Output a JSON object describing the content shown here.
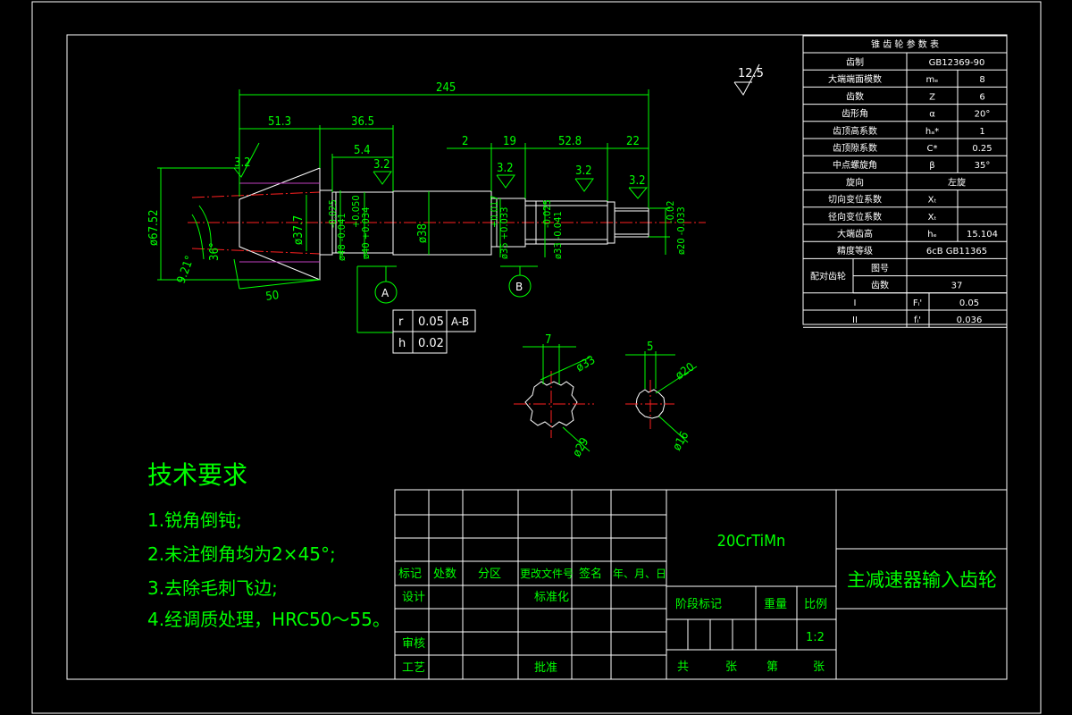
{
  "dimensions": {
    "overall_length": "245",
    "len_51_3": "51.3",
    "len_36_5": "36.5",
    "len_5_4": "5.4",
    "len_2": "2",
    "len_19": "19",
    "len_52_8": "52.8",
    "len_22": "22",
    "len_50": "50",
    "dia_67_52": "ø67.52",
    "dia_37_7": "ø37.7",
    "dia_48": "ø48 -0.041",
    "dia_48_tol": "-0.025",
    "dia_40": "ø40 +0.034",
    "dia_40_tol": "+0.050",
    "dia_38": "ø38",
    "dia_35": "ø35 +0.033",
    "dia_35_tol": "+0.017",
    "dia_33": "ø33 -0.041",
    "dia_33_tol": "-0.025",
    "dia_20": "ø20 -0.033",
    "dia_20_tol": "-0.02",
    "angle_921": "9.21°",
    "angle_36": "36°",
    "rough_32": "3.2",
    "rough_125": "12.5",
    "spline_width_7": "7",
    "spline_outer_33": "ø33",
    "spline_inner_29": "ø29",
    "spline_width_5": "5",
    "spline_outer_20": "ø20",
    "spline_inner_16": "ø16"
  },
  "datums": {
    "a": "A",
    "b": "B"
  },
  "tolerance_frame": {
    "row1": [
      "r",
      "0.05",
      "A-B"
    ],
    "row2": [
      "h",
      "0.02"
    ]
  },
  "params_table": {
    "title": "锥 齿 轮 参 数 表",
    "rows": [
      [
        "齿制",
        "",
        "GB12369-90"
      ],
      [
        "大端端面模数",
        "mₑ",
        "8"
      ],
      [
        "齿数",
        "Z",
        "6"
      ],
      [
        "齿形角",
        "α",
        "20°"
      ],
      [
        "齿顶高系数",
        "hₐ*",
        "1"
      ],
      [
        "齿顶隙系数",
        "C*",
        "0.25"
      ],
      [
        "中点螺旋角",
        "β",
        "35°"
      ],
      [
        "旋向",
        "",
        "左旋"
      ],
      [
        "切向变位系数",
        "Xₜ",
        ""
      ],
      [
        "径向变位系数",
        "Xₜ",
        ""
      ],
      [
        "大端齿高",
        "hₑ",
        "15.104"
      ],
      [
        "精度等级",
        "",
        "6cB GB11365"
      ]
    ],
    "mate_label": "配对齿轮",
    "mate_rows": [
      [
        "图号",
        ""
      ],
      [
        "齿数",
        "37"
      ]
    ],
    "check_rows": [
      [
        "I",
        "Fᵢ'",
        "0.05"
      ],
      [
        "II",
        "fᵢ'",
        "0.036"
      ]
    ]
  },
  "requirements": {
    "title": "技术要求",
    "items": [
      "1.锐角倒钝;",
      "2.未注倒角均为2×45°;",
      "3.去除毛刺飞边;",
      "4.经调质处理，HRC50～55。"
    ]
  },
  "title_block": {
    "material": "20CrTiMn",
    "drawing_name": "主减速器输入齿轮",
    "rev_headers": [
      "标记",
      "处数",
      "分区",
      "更改文件号",
      "签名",
      "年、月、日"
    ],
    "design": "设计",
    "standardize": "标准化",
    "review": "审核",
    "process": "工艺",
    "approve": "批准",
    "stage_mark": "阶段标记",
    "weight": "重量",
    "scale": "比例",
    "scale_value": "1:2",
    "total": "共",
    "sheets": "张",
    "sheet_no": "第",
    "sheet_unit": "张"
  }
}
